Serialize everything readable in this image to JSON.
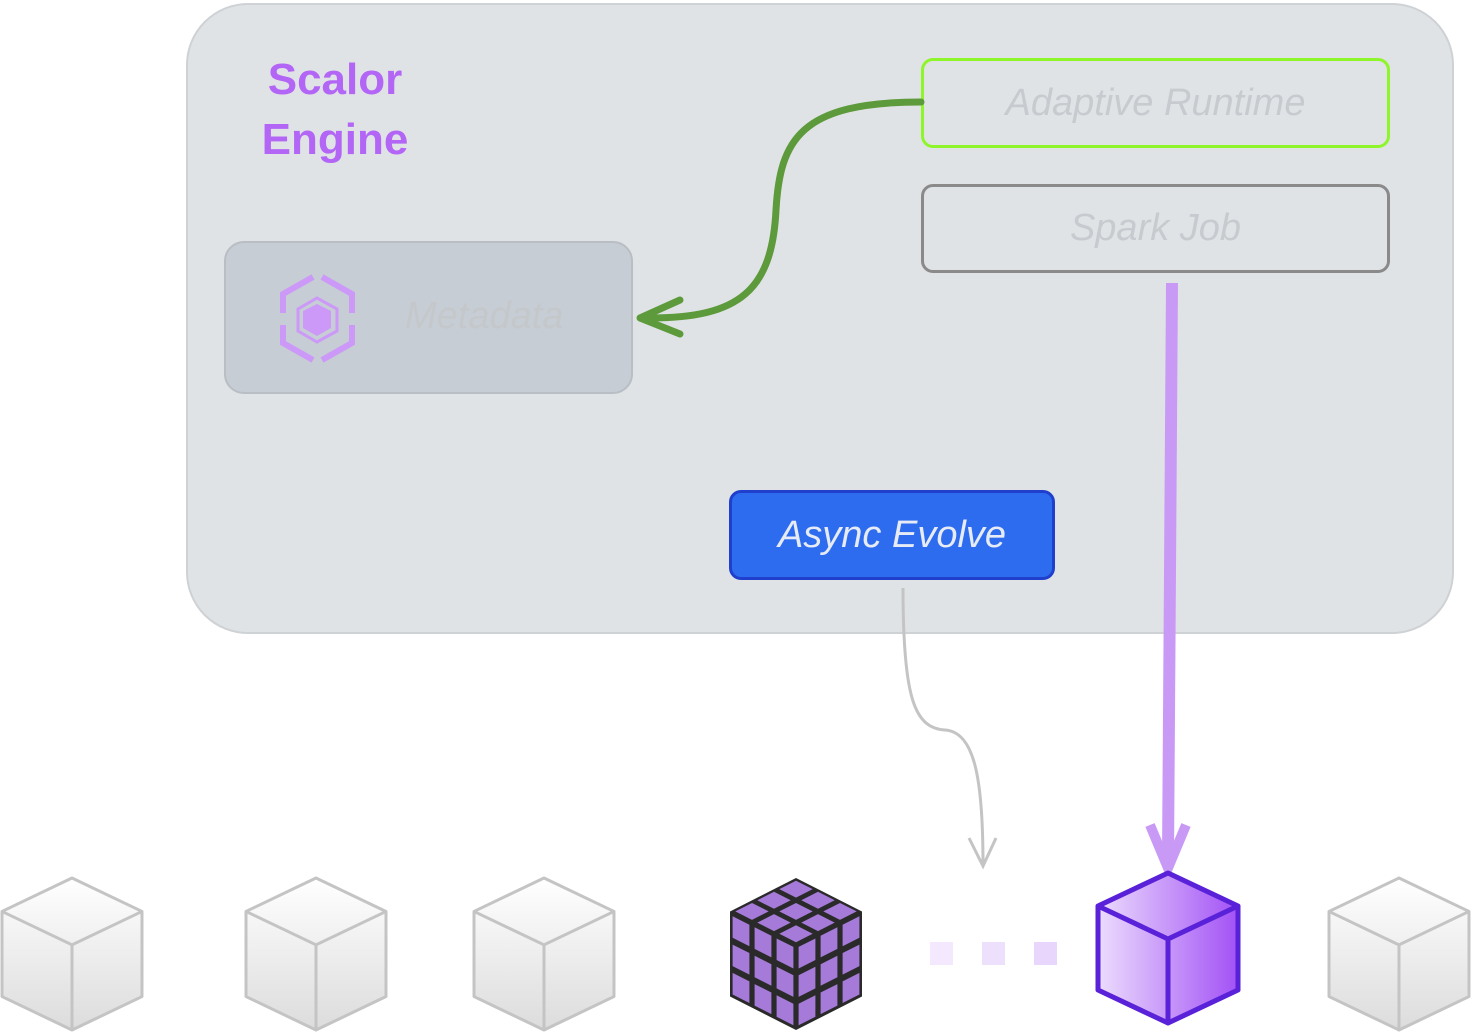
{
  "engine": {
    "title_line1": "Scalor",
    "title_line2": "Engine"
  },
  "nodes": {
    "adaptive_runtime": "Adaptive Runtime",
    "spark_job": "Spark Job",
    "metadata": "Metadata",
    "async_evolve": "Async Evolve"
  },
  "icons": {
    "metadata": "hexagon-cube-icon"
  },
  "colors": {
    "title": "#b366f5",
    "adaptive_border": "#8ef52a",
    "green_arrow": "#5d9a3b",
    "purple_arrow": "#c99af5",
    "async_fill": "#2d6cee",
    "active_cube": "#a855f7"
  }
}
